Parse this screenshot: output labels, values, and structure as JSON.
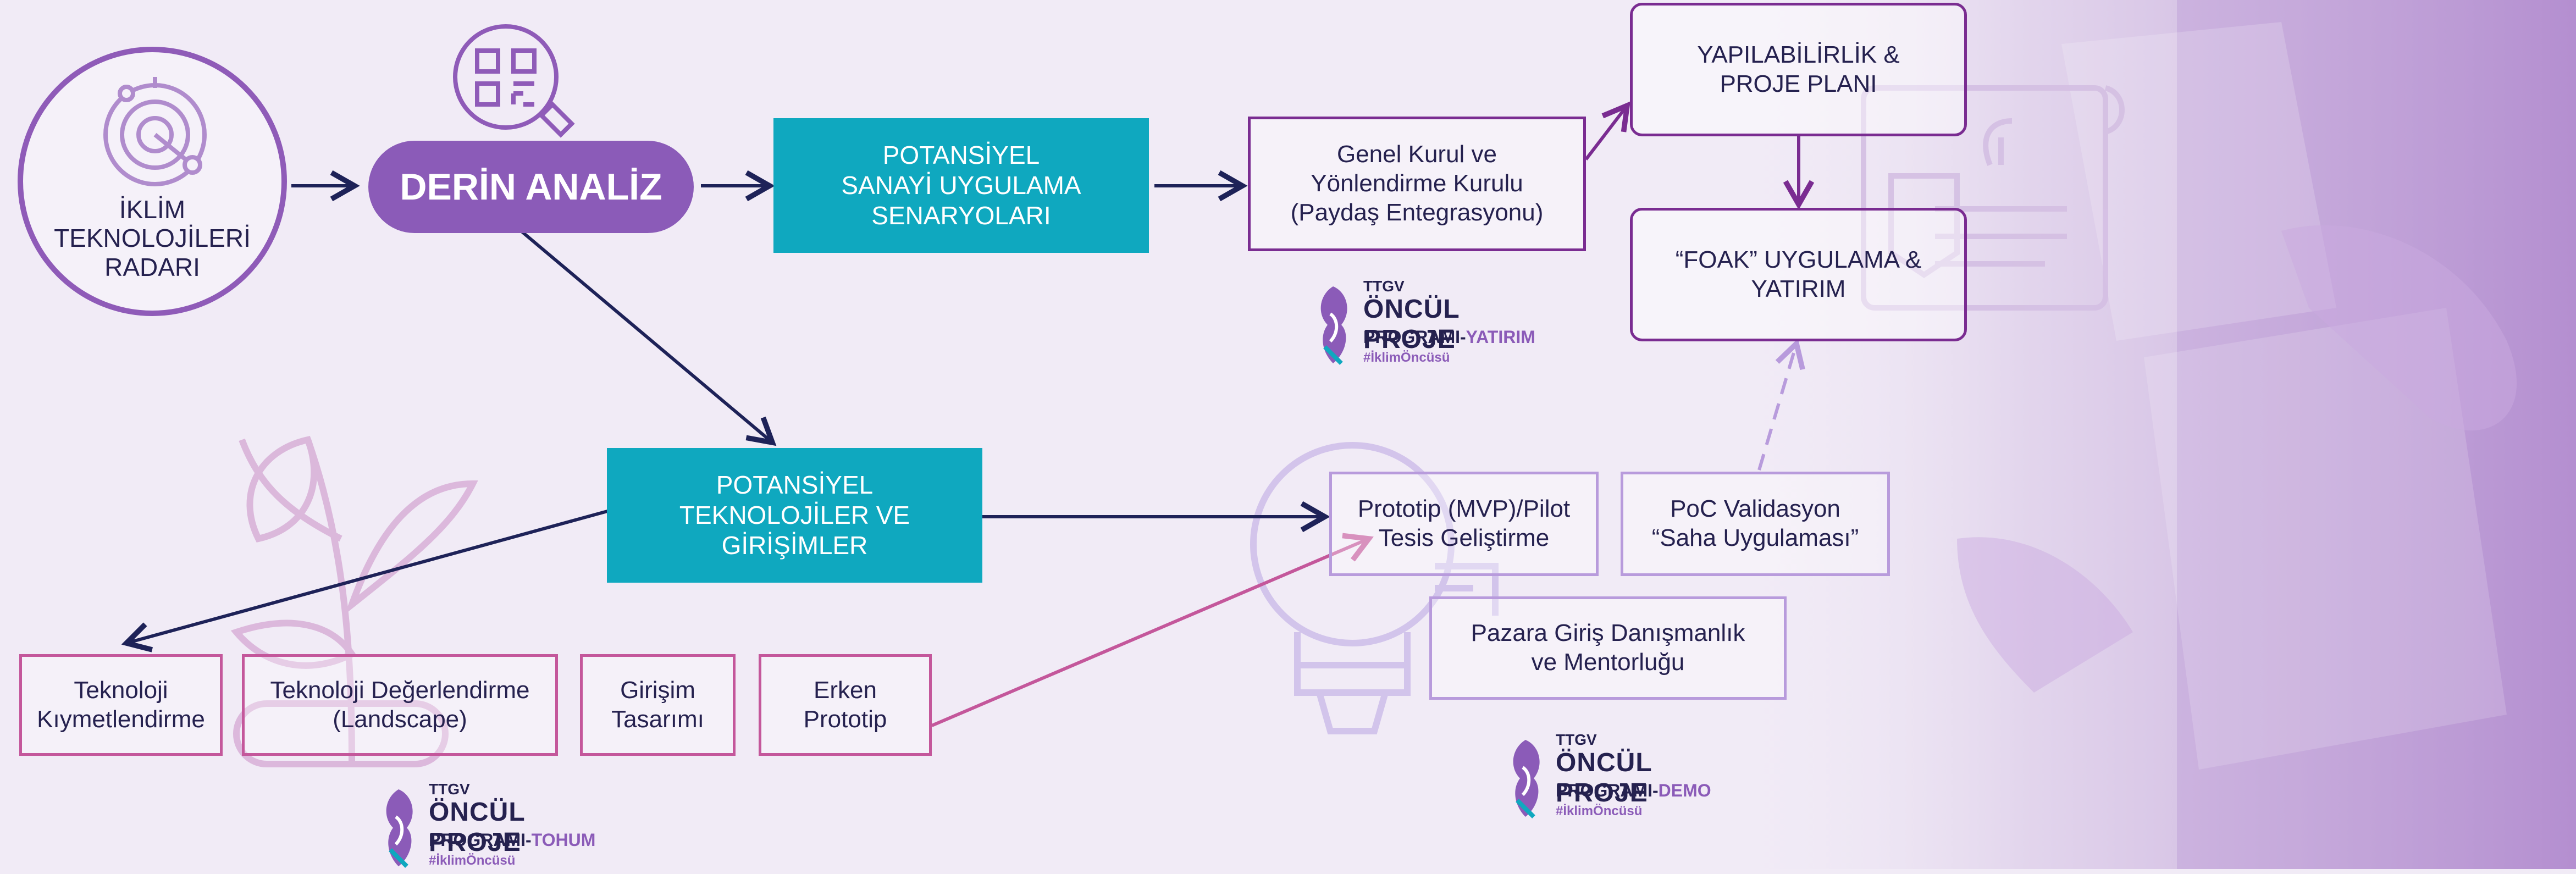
{
  "nodes": {
    "radar": "İKLİM\nTEKNOLOJİLERİ\nRADARI",
    "derin_analiz": "DERİN ANALİZ",
    "sanayi": "POTANSİYEL\nSANAYİ UYGULAMA\nSENARYOLARI",
    "genel_kurul": "Genel Kurul ve\nYönlendirme Kurulu\n(Paydaş Entegrasyonu)",
    "yapilabilirlik": "YAPILABİLİRLİK &\nPROJE PLANI",
    "foak": "“FOAK” UYGULAMA &\nYATIRIM",
    "teknolojiler": "POTANSİYEL\nTEKNOLOJİLER VE\nGİRİŞİMLER",
    "prototip_mvp": "Prototip (MVP)/Pilot\nTesis Geliştirme",
    "poc": "PoC Validasyon\n“Saha Uygulaması”",
    "pazara_giris": "Pazara Giriş Danışmanlık\nve Mentorluğu",
    "kiymetlendirme": "Teknoloji\nKıymetlendirme",
    "landscape": "Teknoloji Değerlendirme\n(Landscape)",
    "girisim": "Girişim\nTasarımı",
    "erken": "Erken\nPrototip"
  },
  "logos": {
    "yatirim": {
      "ttgv": "TTGV",
      "title": "ÖNCÜL PROJE",
      "program": "PROGRAMI-",
      "suffix": "YATIRIM",
      "hashtag": "#İklimÖncüsü"
    },
    "demo": {
      "ttgv": "TTGV",
      "title": "ÖNCÜL PROJE",
      "program": "PROGRAMI-",
      "suffix": "DEMO",
      "hashtag": "#İklimÖncüsü"
    },
    "tohum": {
      "ttgv": "TTGV",
      "title": "ÖNCÜL PROJE",
      "program": "PROGRAMI-",
      "suffix": "TOHUM",
      "hashtag": "#İklimÖncüsü"
    }
  },
  "icons": {
    "radar": "radar-icon",
    "qr_search": "qr-search-icon",
    "plant": "plant-icon",
    "bulb": "lightbulb-icon",
    "certificate": "certificate-icon"
  },
  "colors": {
    "background": "#f1ebf6",
    "purple": "#8b5bb8",
    "dark_purple": "#7a2c91",
    "navy": "#25214f",
    "teal": "#0fa8bf",
    "lavender": "#b89bdc",
    "pink": "#c4579b"
  }
}
